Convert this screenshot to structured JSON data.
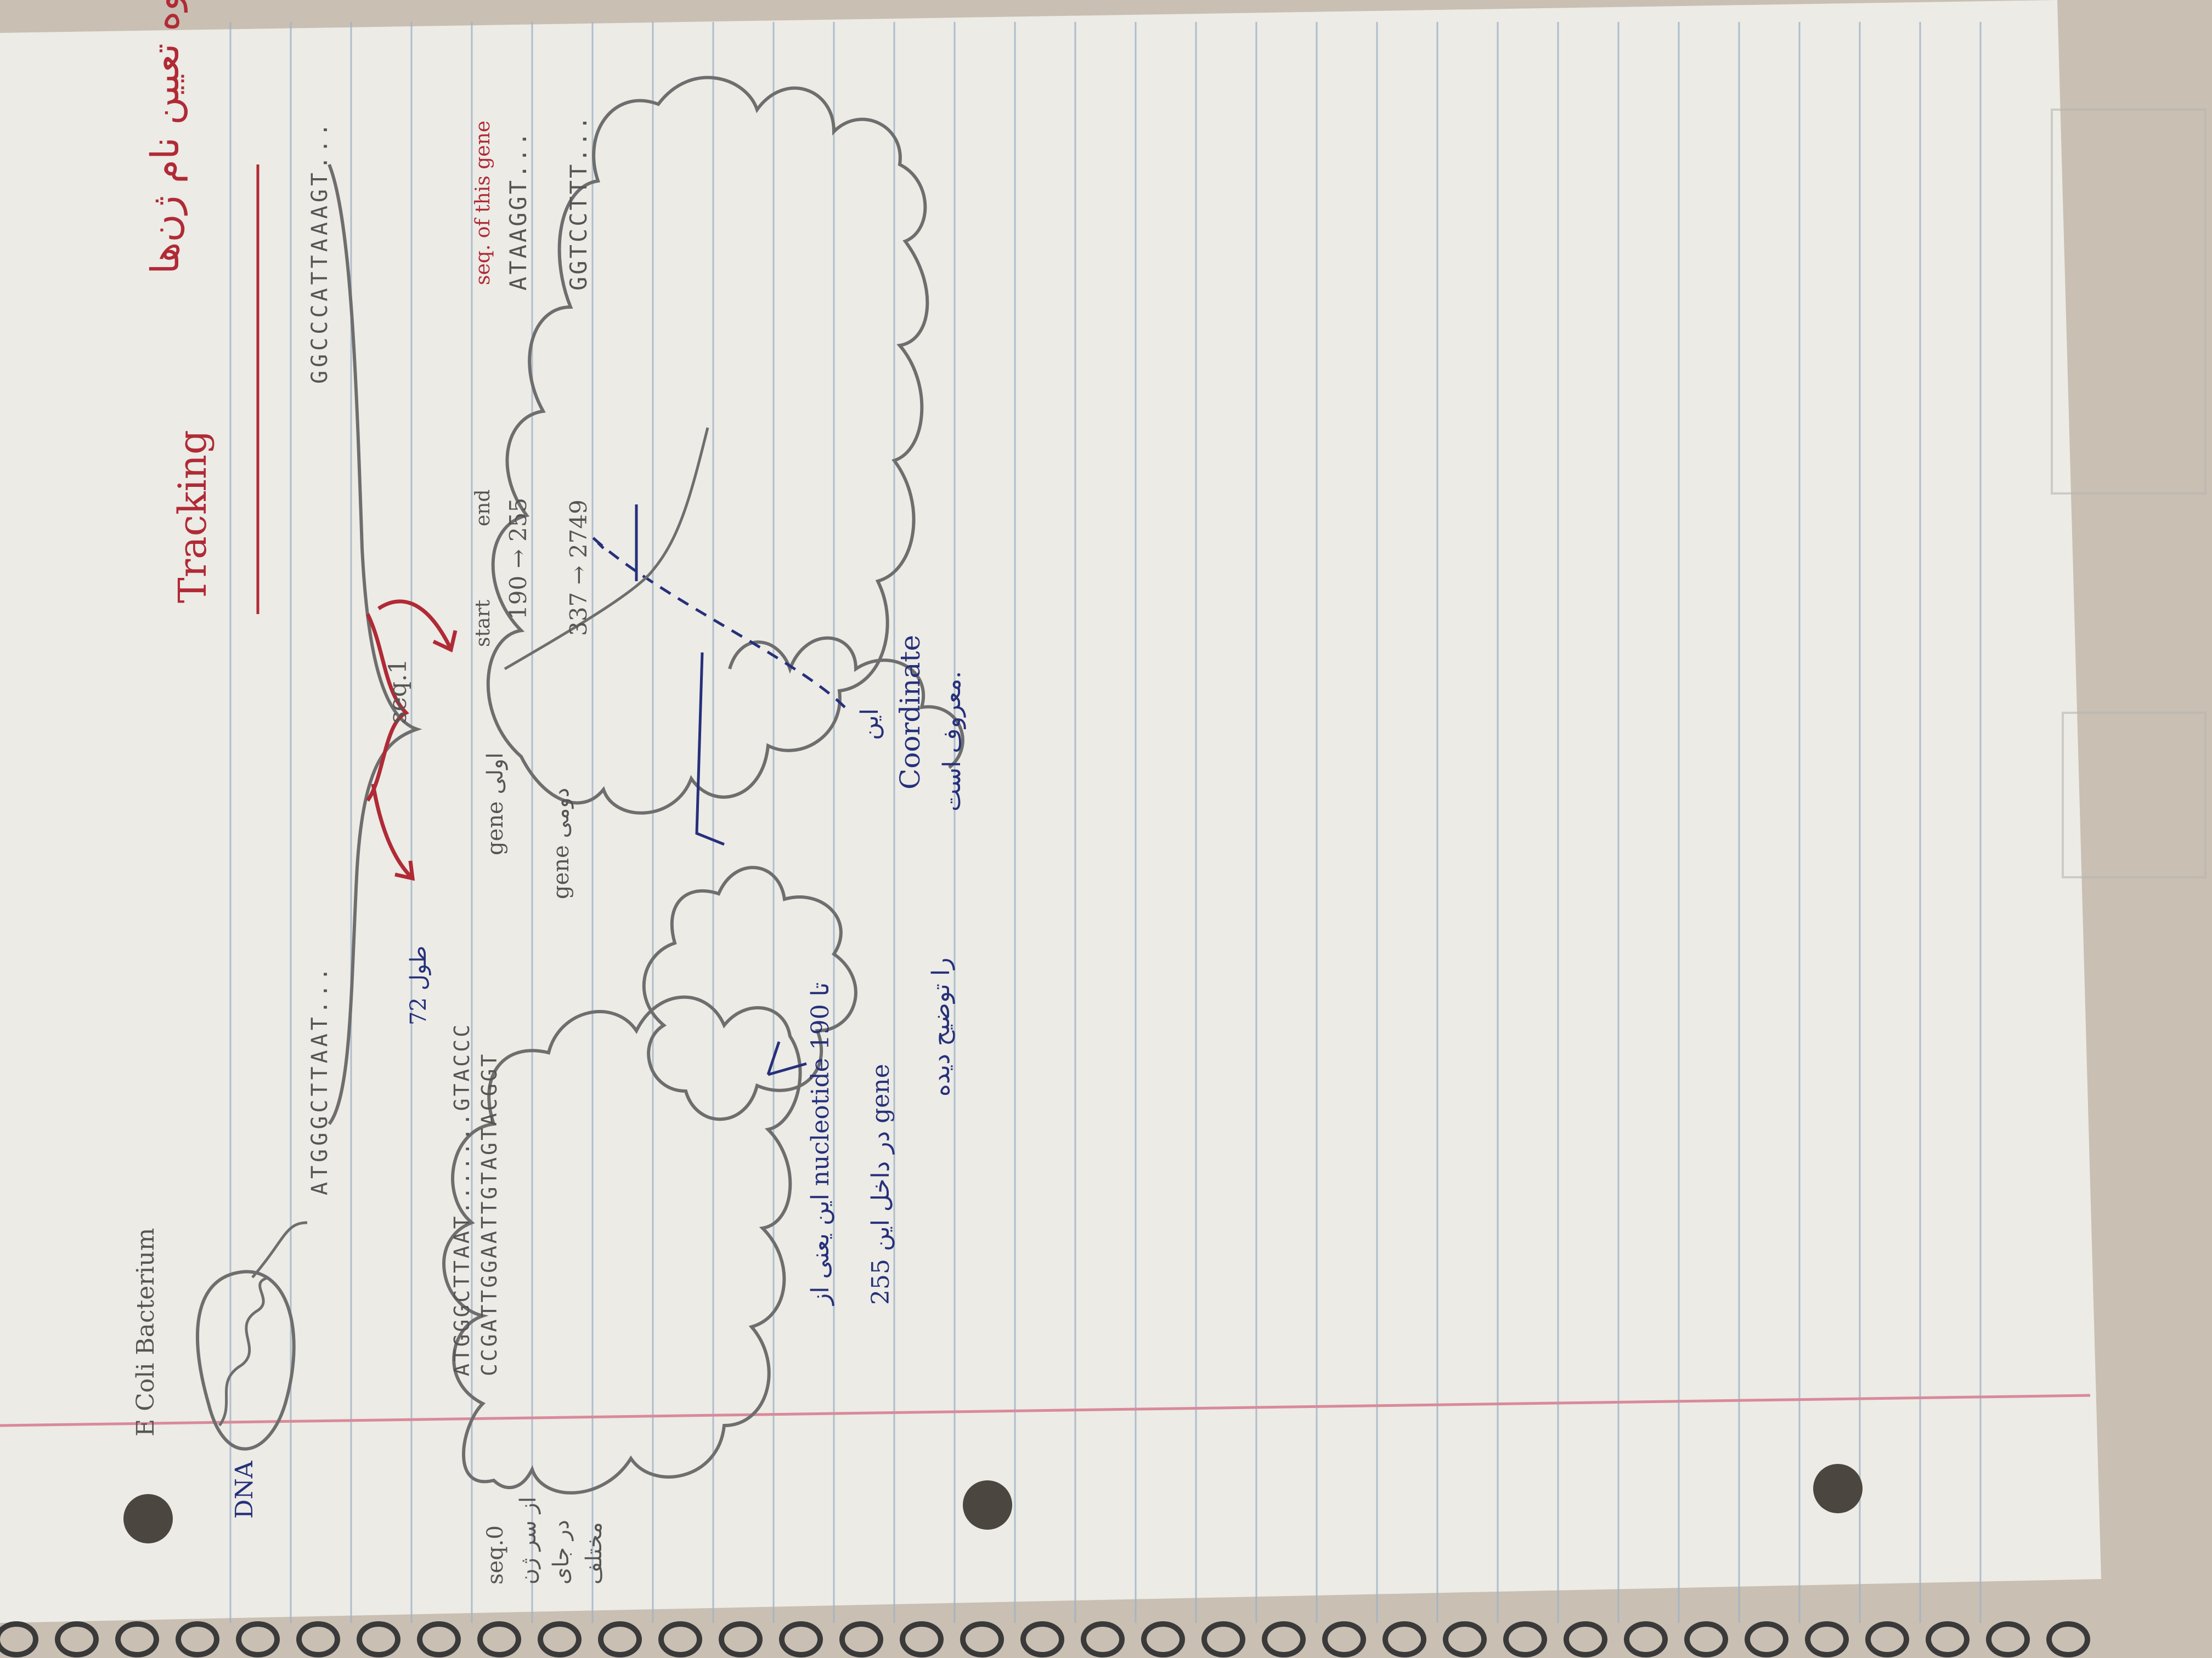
{
  "colors": {
    "paper": "#ecebe6",
    "rule_lines": "#9fb3c6",
    "margin_line": "#d98a9a",
    "pencil": "#6e6e6e",
    "ink_blue": "#26307a",
    "ink_red": "#b02a35",
    "table_surface": "#c9bfb2"
  },
  "notes": {
    "title_persian": "نحوه تعیین نام ژن‌ها",
    "title_english_word": "Tracking",
    "ecoli_label": "E Coli Bacterium",
    "dna_label": "DNA",
    "dna_sequence_mid": "ATGGGCTTAAT...",
    "dna_sequence_end": "GGCCCATTAAAGT...",
    "seq_top_strand": "ATGGGCTTAAT.......GTACCC",
    "seq_bottom_strand": "CCGATTGGAATTGTAGTACGGT",
    "length_note": "طول 72",
    "seq1_label": "seq.1",
    "seq_left_note_1": "seq.0",
    "seq_left_note_2": "از سر ژن",
    "seq_left_note_3": "در جای",
    "seq_left_note_4": "مختلف",
    "table_col_start": "start",
    "table_col_end": "end",
    "table_col_seq": "seq. of this gene",
    "row1_gene": "gene اولی",
    "row1_coords": "190 → 255",
    "row1_seq": "ATAAGGT...",
    "row2_gene": "gene دومی",
    "row2_coords": "337 → 2749",
    "row2_seq": "GGTCCTTT...",
    "coordinate_note_1": "این",
    "coordinate_note_2": "Coordinate",
    "coordinate_note_3": "معروف است.",
    "blue_note_1": "این یعنی از nucleotide 190 تا",
    "blue_note_2": "255 در داخل این gene",
    "blue_note_3": "را توضیح دیده"
  }
}
